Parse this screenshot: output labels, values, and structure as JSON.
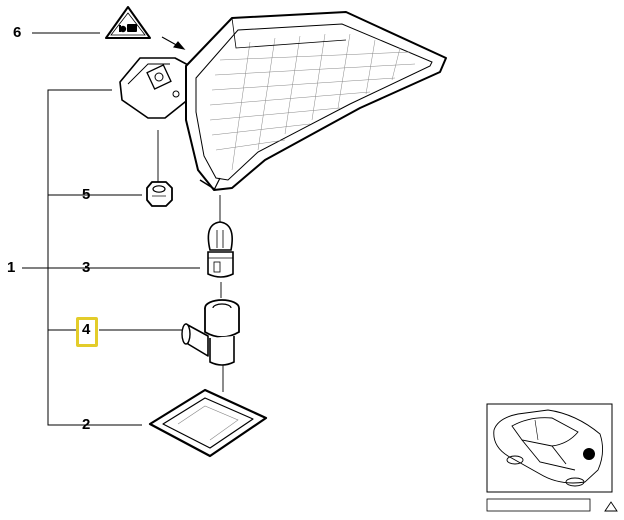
{
  "callouts": [
    {
      "id": "c6",
      "label": "6"
    },
    {
      "id": "c5",
      "label": "5"
    },
    {
      "id": "c1",
      "label": "1"
    },
    {
      "id": "c3",
      "label": "3"
    },
    {
      "id": "c4",
      "label": "4",
      "highlighted": true
    },
    {
      "id": "c2",
      "label": "2"
    }
  ],
  "warning_sign": {
    "symbol": "lamp-warning-icon"
  },
  "colors": {
    "highlight": "#e3cc2a",
    "line": "#000000",
    "part_fill": "#ffffff"
  }
}
